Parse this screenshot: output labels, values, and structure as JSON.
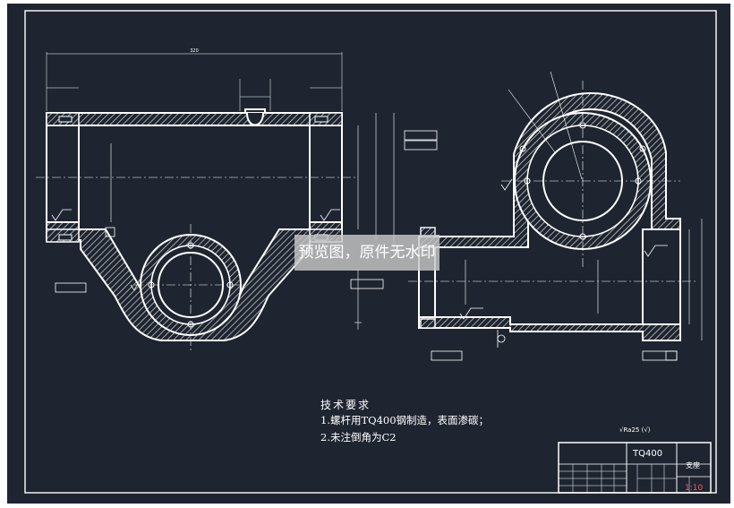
{
  "watermark": "预览图，原件无水印",
  "technical_requirements": {
    "title": "技术要求",
    "notes": [
      "1.螺杆用TQ400钢制造，表面渗碳；",
      "2.未注倒角为C2"
    ]
  },
  "title_block": {
    "drawing_code": "TQ400",
    "part_name": "支座",
    "scale": "1:10"
  },
  "roughness_note": "√Ra25 (√)",
  "colors": {
    "background": "#1e2530",
    "lines": "#ffffff",
    "hatch": "#cfcfcf",
    "accent": "#ff4444"
  }
}
